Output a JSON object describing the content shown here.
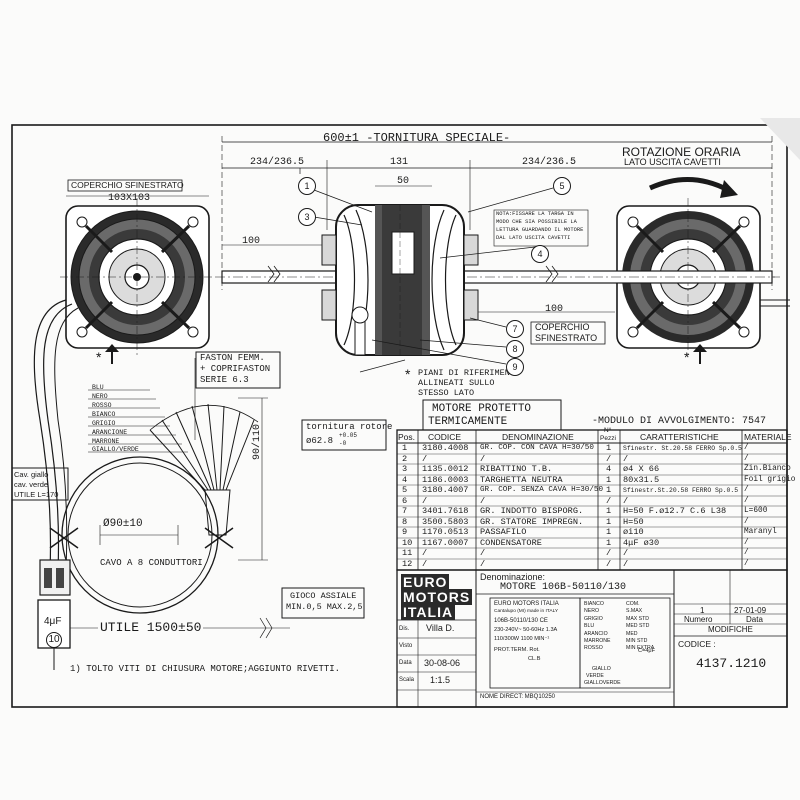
{
  "dimensions": {
    "overall": "600±1 -TORNITURA SPECIALE-",
    "left_shaft": "234/236.5",
    "center": "131",
    "right_shaft": "234/236.5",
    "body_width": "50",
    "left_100": "100",
    "right_100": "100",
    "cover_size": "103X103",
    "height": "90/110",
    "ring_diameter": "Ø90±10"
  },
  "labels": {
    "left_cover": "COPERCHIO SFINESTRATO",
    "right_cover_1": "COPERCHIO",
    "right_cover_2": "SFINESTRATO",
    "rotation_1": "ROTAZIONE ORARIA",
    "rotation_2": "LATO USCITA CAVETTI",
    "nota_1": "NOTA:FISSARE LA TARGA IN",
    "nota_2": "MODO CHE SIA POSSIBILE LA",
    "nota_3": "LETTURA GUARDANDO IL MOTORE",
    "nota_4": "DAL LATO USCITA CAVETTI",
    "piani_1": "PIANI DI RIFERIMENTO",
    "piani_2": "ALLINEATI SULLO",
    "piani_3": "STESSO LATO",
    "faston_1": "FASTON FEMM.",
    "faston_2": "+ COPRIFASTON",
    "faston_3": "SERIE 6.3",
    "tornitura_1": "tornitura rotore",
    "tornitura_2": "ø62.8",
    "tornitura_sup": "+0.05",
    "tornitura_sub": "-0",
    "cav_1": "Cav. giallo",
    "cav_2": "cav. verde",
    "cav_3": "UTILE L=170",
    "cavo": "CAVO A 8 CONDUTTORI",
    "utile": "UTILE 1500±50",
    "cap": "4μF",
    "cap_num": "10",
    "gioco_1": "GIOCO ASSIALE",
    "gioco_2": "MIN.0,5 MAX.2,5",
    "note_rivetti": "1) TOLTO VITI DI CHIUSURA MOTORE;AGGIUNTO RIVETTI.",
    "star": "*"
  },
  "wire_colors": [
    "BLU",
    "NERO",
    "ROSSO",
    "BIANCO",
    "GRIGIO",
    "ARANCIONE",
    "MARRONE",
    "GIALLO/VERDE"
  ],
  "balloons": [
    "1",
    "3",
    "5",
    "4",
    "7",
    "8",
    "9"
  ],
  "bom": {
    "title_1": "MOTORE PROTETTO",
    "title_2": "TERMICAMENTE",
    "modulo": "-MODULO DI AVVOLGIMENTO: 7547",
    "headers": {
      "pos": "Pos.",
      "codice": "CODICE",
      "denominazione": "DENOMINAZIONE",
      "pezzi_1": "N°",
      "pezzi_2": "Pezzi",
      "caratteristiche": "CARATTERISTICHE",
      "materiale": "MATERIALE"
    },
    "rows": [
      {
        "pos": "1",
        "codice": "3180.4008",
        "den": "GR. COP. CON CAVA H=30/50",
        "n": "1",
        "car": "Sfinestr. St.20.58 FERRO Sp.0.5",
        "mat": "/"
      },
      {
        "pos": "2",
        "codice": "/",
        "den": "/",
        "n": "/",
        "car": "/",
        "mat": "/"
      },
      {
        "pos": "3",
        "codice": "1135.0012",
        "den": "RIBATTINO T.B.",
        "n": "4",
        "car": "ø4 X 66",
        "mat": "Zin.Bianco"
      },
      {
        "pos": "4",
        "codice": "1186.0003",
        "den": "TARGHETTA NEUTRA",
        "n": "1",
        "car": "80x31.5",
        "mat": "Foil grigio"
      },
      {
        "pos": "5",
        "codice": "3180.4007",
        "den": "GR. COP. SENZA CAVA H=30/50",
        "n": "1",
        "car": "Sfinestr.St.20.58 FERRO Sp.0.5",
        "mat": "/"
      },
      {
        "pos": "6",
        "codice": "/",
        "den": "/",
        "n": "/",
        "car": "/",
        "mat": "/"
      },
      {
        "pos": "7",
        "codice": "3401.7618",
        "den": "GR. INDOTTO BISPORG.",
        "n": "1",
        "car": "H=50 F.ø12.7 C.6 L38",
        "mat": "L=600"
      },
      {
        "pos": "8",
        "codice": "3500.5803",
        "den": "GR. STATORE IMPREGN.",
        "n": "1",
        "car": "H=50",
        "mat": "/"
      },
      {
        "pos": "9",
        "codice": "1170.0513",
        "den": "PASSAFILO",
        "n": "1",
        "car": "øi10",
        "mat": "Maranyl"
      },
      {
        "pos": "10",
        "codice": "1167.0007",
        "den": "CONDENSATORE",
        "n": "1",
        "car": "4μF ø30",
        "mat": "/"
      },
      {
        "pos": "11",
        "codice": "/",
        "den": "/",
        "n": "/",
        "car": "/",
        "mat": "/"
      },
      {
        "pos": "12",
        "codice": "/",
        "den": "/",
        "n": "/",
        "car": "/",
        "mat": "/"
      }
    ]
  },
  "title_block": {
    "logo_1": "EURO",
    "logo_2": "MOTORS",
    "logo_3": "ITALIA",
    "denominazione_label": "Denominazione:",
    "denominazione": "MOTORE 106B-50110/130",
    "dis_label": "Dis.",
    "dis": "Villa D.",
    "visto_label": "Visto",
    "data_label": "Data",
    "data": "30-08-06",
    "scala_label": "Scala",
    "scala": "1:1.5",
    "numero_val": "1",
    "data_val": "27-01-09",
    "numero_label": "Numero",
    "data_col_label": "Data",
    "modifiche": "MODIFICHE",
    "codice_label": "CODICE :",
    "codice": "4137.1210",
    "plate_brand": "EURO MOTORS ITALIA",
    "plate_made": "Cantalupo (MI) made in ITALY",
    "plate_model": "106B-50110/130  CE",
    "plate_volt": "230-240V~ 50-60Hz 1.3A",
    "plate_power": "110/300W 1100 MIN⁻¹",
    "plate_prot": "PROT.TERM.  Rot.",
    "plate_cl": "CL.B",
    "plate_cap": "C=4μF",
    "nome_direct": "NOME DIRECT: MBQ10250",
    "plate_colors": [
      {
        "c": "BIANCO",
        "v": "COM."
      },
      {
        "c": "NERO",
        "v": "S.MAX"
      },
      {
        "c": "GRIGIO",
        "v": "MAX STD"
      },
      {
        "c": "BLU",
        "v": "MED STD"
      },
      {
        "c": "ARANCIO",
        "v": "MED"
      },
      {
        "c": "MARRONE",
        "v": "MIN STD"
      },
      {
        "c": "ROSSO",
        "v": "MIN EXTRA"
      }
    ],
    "plate_giallo": "GIALLO",
    "plate_verde": "VERDE",
    "plate_gialloverde": "GIALLOVERDE"
  }
}
